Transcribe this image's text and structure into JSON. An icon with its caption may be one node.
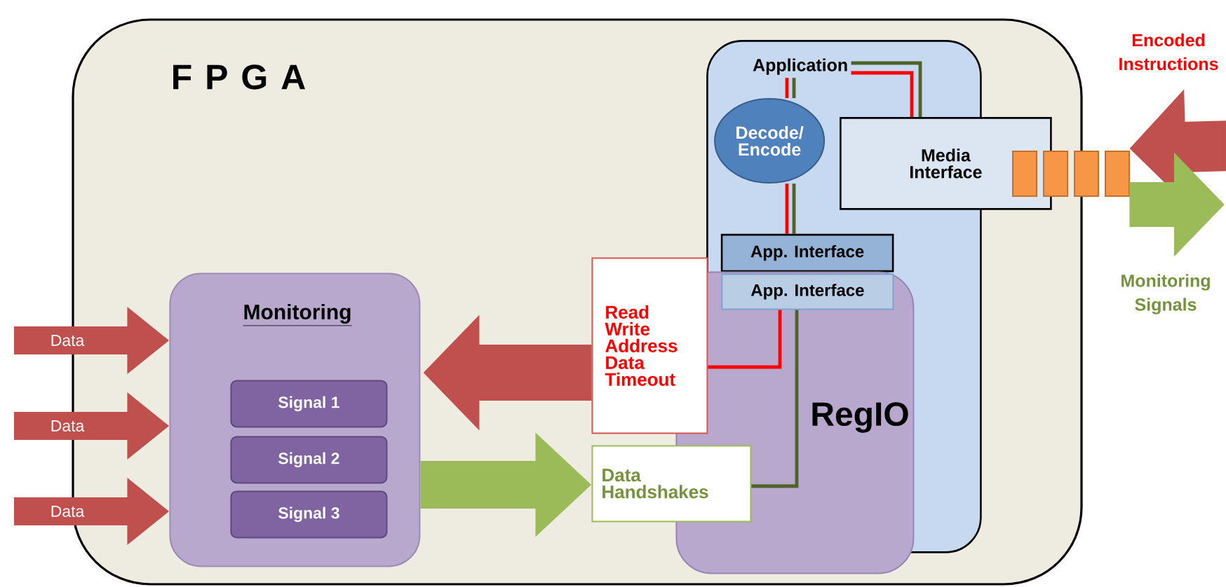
{
  "diagram": {
    "nodes": [
      {
        "text": [
          "F P G A"
        ]
      },
      {
        "text": [],
        "shape": "box",
        "in": 0
      },
      {
        "text": [
          "Application"
        ],
        "in": 1
      },
      {
        "text": [
          "Decode/ Encode"
        ],
        "in": 1
      },
      {
        "text": [
          "Media Interface"
        ],
        "in": 0
      },
      {
        "text": [
          "App. Interface"
        ],
        "in": 1
      },
      {
        "text": [
          "RegIO"
        ],
        "in": 0
      },
      {
        "text": [
          "App. Interface"
        ],
        "in": 6
      },
      {
        "text": [
          "Read Write Address Data Timeout"
        ],
        "in": 0
      },
      {
        "text": [
          "Data Handshakes"
        ],
        "in": 0
      },
      {
        "text": [
          "Monitoring"
        ],
        "in": 0
      },
      {
        "text": [
          "Signal 1"
        ],
        "in": 10
      },
      {
        "text": [
          "Signal 2"
        ],
        "in": 10
      },
      {
        "text": [
          "Signal 3"
        ],
        "in": 10
      },
      {
        "text": [],
        "shape": "box"
      }
    ],
    "edges": [
      {
        "from": null,
        "to": 10,
        "arrow": "to",
        "label": "Data",
        "style": "thick",
        "color": "#c0504d"
      },
      {
        "from": null,
        "to": 10,
        "arrow": "to",
        "label": "Data",
        "style": "thick",
        "color": "#c0504d"
      },
      {
        "from": null,
        "to": 10,
        "arrow": "to",
        "label": "Data",
        "style": "thick",
        "color": "#c0504d"
      },
      {
        "from": 8,
        "to": 10,
        "arrow": "to",
        "style": "thick",
        "color": "#c0504d"
      },
      {
        "from": 10,
        "to": 9,
        "arrow": "to",
        "style": "thick",
        "color": "#9bbb59"
      },
      {
        "from": null,
        "to": 14,
        "arrow": "to",
        "label": "Encoded Instructions",
        "style": "thick",
        "color": "#c0504d"
      },
      {
        "from": 14,
        "to": null,
        "arrow": "to",
        "label": "Monitoring Signals",
        "style": "thick",
        "color": "#9bbb59"
      },
      {
        "from": 2,
        "to": 4,
        "arrow": "none",
        "color": "#ff0000"
      },
      {
        "from": 2,
        "to": 4,
        "arrow": "none",
        "color": "#4f6228"
      },
      {
        "from": 2,
        "to": 3,
        "arrow": "none",
        "color": "#ff0000"
      },
      {
        "from": 2,
        "to": 3,
        "arrow": "none",
        "color": "#4f6228"
      },
      {
        "from": 3,
        "to": 5,
        "arrow": "none",
        "color": "#ff0000"
      },
      {
        "from": 3,
        "to": 5,
        "arrow": "none",
        "color": "#4f6228"
      },
      {
        "from": 7,
        "to": 8,
        "arrow": "none",
        "color": "#ff0000"
      },
      {
        "from": 7,
        "to": 9,
        "arrow": "none",
        "color": "#4f6228"
      }
    ]
  }
}
